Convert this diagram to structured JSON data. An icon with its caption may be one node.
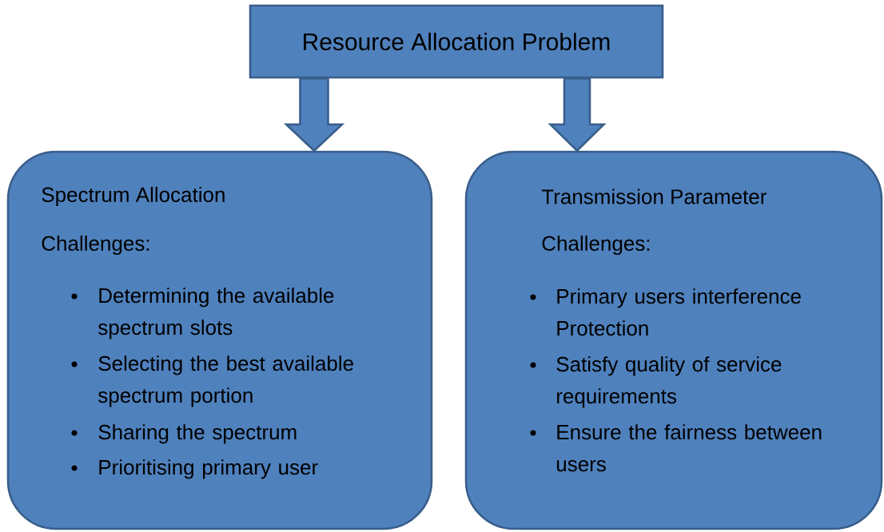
{
  "diagram": {
    "nodes": [
      {
        "text": [
          "Resource Allocation Problem"
        ]
      },
      {
        "text": [
          "Spectrum Allocation",
          "Challenges:",
          "Determining the available spectrum slots",
          "Selecting the best available spectrum portion",
          "Sharing the spectrum",
          "Prioritising primary user"
        ]
      },
      {
        "text": [
          "Transmission Parameter",
          "Challenges:",
          "Primary users interference Protection",
          "Satisfy quality of service requirements",
          "Ensure the fairness between users"
        ]
      }
    ],
    "edges": [
      {
        "from": 0,
        "to": 1,
        "arrow": "to"
      },
      {
        "from": 0,
        "to": 2,
        "arrow": "to"
      }
    ]
  }
}
